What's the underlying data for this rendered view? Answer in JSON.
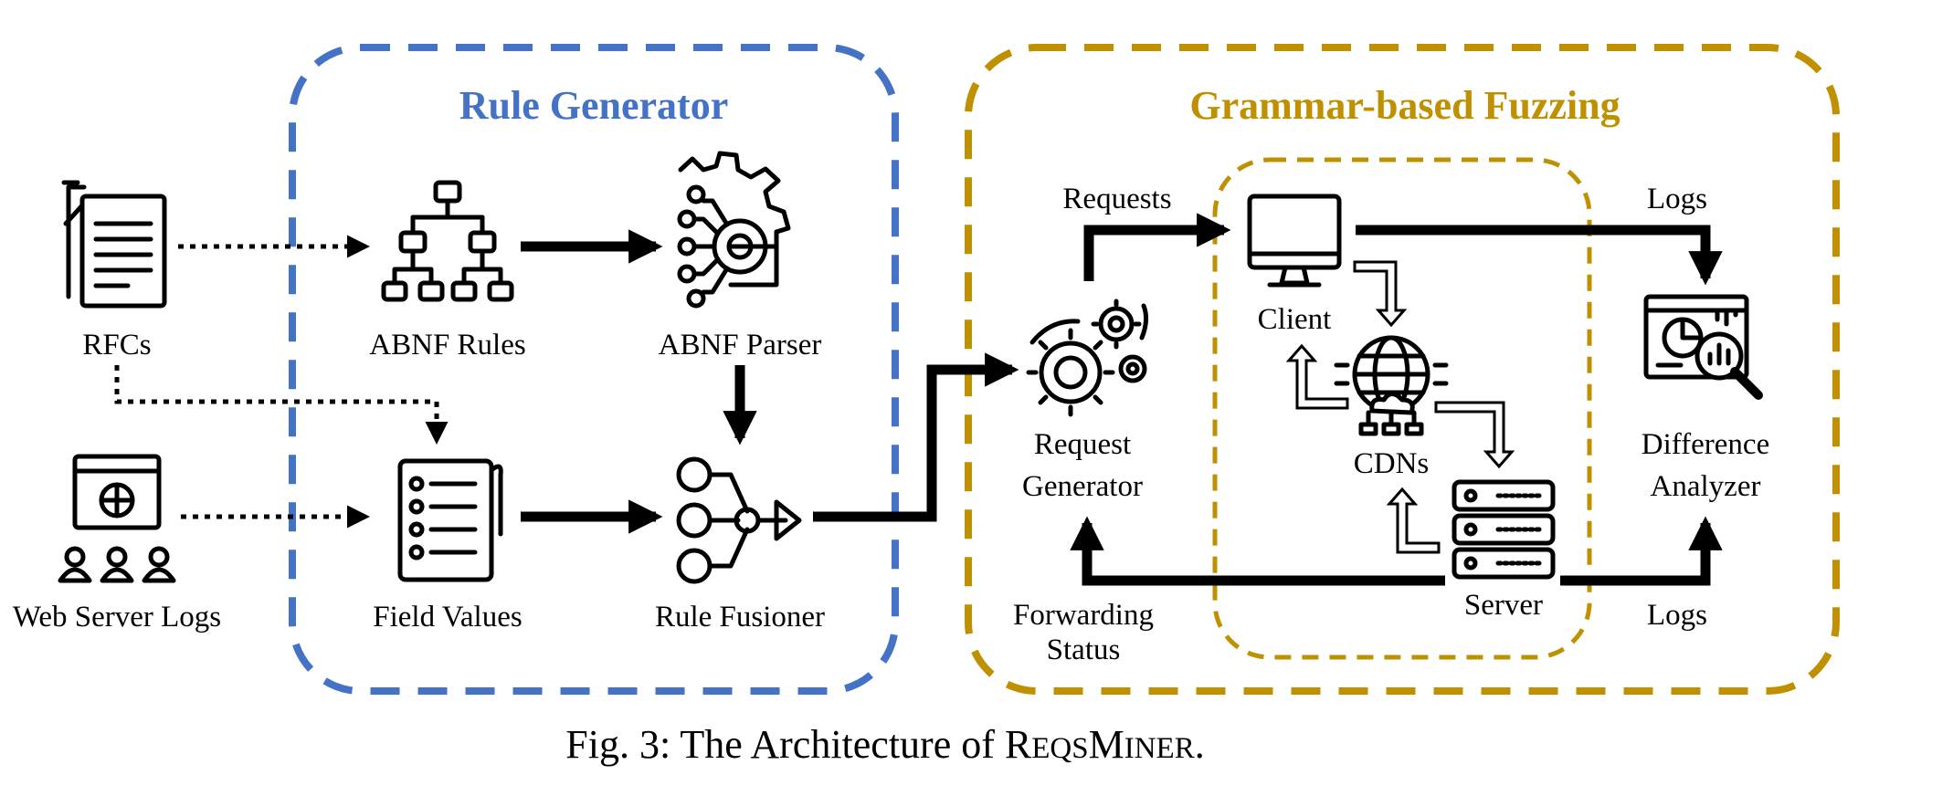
{
  "colors": {
    "rule_generator": "#4472C4",
    "fuzzing": "#BF9000",
    "ink": "#000000"
  },
  "groups": {
    "rule_generator": {
      "title": "Rule Generator"
    },
    "fuzzing": {
      "title": "Grammar-based Fuzzing"
    }
  },
  "nodes": {
    "rfcs": {
      "label": "RFCs",
      "icon": "document-icon"
    },
    "web_logs": {
      "label": "Web Server Logs",
      "icon": "web-users-icon"
    },
    "abnf_rules": {
      "label": "ABNF Rules",
      "icon": "hierarchy-icon"
    },
    "abnf_parser": {
      "label": "ABNF Parser",
      "icon": "gear-circuit-icon"
    },
    "field_values": {
      "label": "Field Values",
      "icon": "checklist-icon"
    },
    "rule_fusioner": {
      "label": "Rule Fusioner",
      "icon": "merge-icon"
    },
    "request_generator": {
      "line1": "Request",
      "line2": "Generator",
      "icon": "gears-icon"
    },
    "client": {
      "label": "Client",
      "icon": "monitor-icon"
    },
    "cdns": {
      "label": "CDNs",
      "icon": "globe-cloud-icon"
    },
    "server": {
      "label": "Server",
      "icon": "server-icon"
    },
    "difference_analyzer": {
      "line1": "Difference",
      "line2": "Analyzer",
      "icon": "analytics-icon"
    }
  },
  "edges": {
    "requests": "Requests",
    "logs_top": "Logs",
    "logs_bottom": "Logs",
    "forwarding_line1": "Forwarding",
    "forwarding_line2": "Status"
  },
  "caption": {
    "prefix": "Fig. 3: The Architecture of ",
    "r": "R",
    "eqs": "EQS",
    "m": "M",
    "iner": "INER",
    "end": "."
  }
}
